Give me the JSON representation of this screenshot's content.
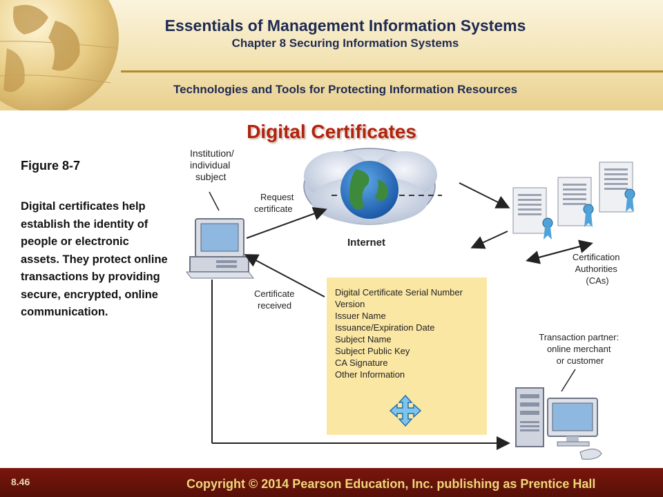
{
  "header": {
    "title": "Essentials of Management Information Systems",
    "chapter": "Chapter 8 Securing Information Systems",
    "section": "Technologies and Tools for Protecting Information Resources"
  },
  "slide": {
    "title": "Digital Certificates",
    "figure_label": "Figure 8-7",
    "figure_text": "Digital certificates help establish the identity of people or electronic assets. They protect online transactions by providing secure, encrypted, online communication."
  },
  "diagram": {
    "subject_label": [
      "Institution/",
      "individual",
      "subject"
    ],
    "request_label": [
      "Request",
      "certificate"
    ],
    "received_label": [
      "Certificate",
      "received"
    ],
    "internet_label": "Internet",
    "ca_label": [
      "Certification",
      "Authorities",
      "(CAs)"
    ],
    "partner_label": [
      "Transaction partner:",
      "online merchant",
      "or customer"
    ],
    "certificate_fields": [
      "Digital Certificate Serial Number",
      "Version",
      "Issuer Name",
      "Issuance/Expiration Date",
      "Subject Name",
      "Subject Public Key",
      "CA Signature",
      "Other Information"
    ]
  },
  "footer": {
    "page": "8.46",
    "copyright": "Copyright © 2014 Pearson Education, Inc. publishing as Prentice Hall"
  },
  "colors": {
    "title_navy": "#1e2a52",
    "slide_title_red": "#b2220c",
    "footer_maroon": "#6a140a",
    "certificate_box": "#fbe7a4"
  }
}
